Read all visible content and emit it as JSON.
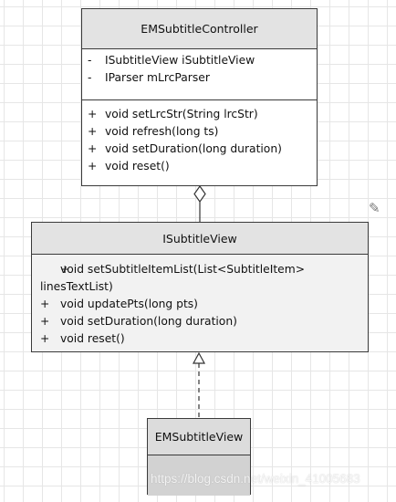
{
  "controller": {
    "name": "EMSubtitleController",
    "attributes": [
      {
        "visibility": "-",
        "text": "ISubtitleView iSubtitleView"
      },
      {
        "visibility": "-",
        "text": "IParser mLrcParser"
      }
    ],
    "operations": [
      {
        "visibility": "+",
        "text": "void setLrcStr(String lrcStr)"
      },
      {
        "visibility": "+",
        "text": "void refresh(long ts)"
      },
      {
        "visibility": "+",
        "text": "void setDuration(long duration)"
      },
      {
        "visibility": "+",
        "text": "void reset()"
      }
    ]
  },
  "subtitle_view": {
    "name": "ISubtitleView",
    "operations": [
      {
        "visibility": "+",
        "text": "void setSubtitleItemList(List<SubtitleItem> linesTextList)"
      },
      {
        "visibility": "+",
        "text": "void updatePts(long pts)"
      },
      {
        "visibility": "+",
        "text": "void setDuration(long duration)"
      },
      {
        "visibility": "+",
        "text": "void reset()"
      }
    ]
  },
  "em_subtitle_view": {
    "name": "EMSubtitleView"
  },
  "relations": [
    {
      "from": "EMSubtitleController",
      "to": "ISubtitleView",
      "kind": "aggregation"
    },
    {
      "from": "EMSubtitleView",
      "to": "ISubtitleView",
      "kind": "realization"
    }
  ],
  "icons": {
    "edit": "pencil-icon"
  },
  "watermark": "https://blog.csdn.net/weixin_41005683"
}
